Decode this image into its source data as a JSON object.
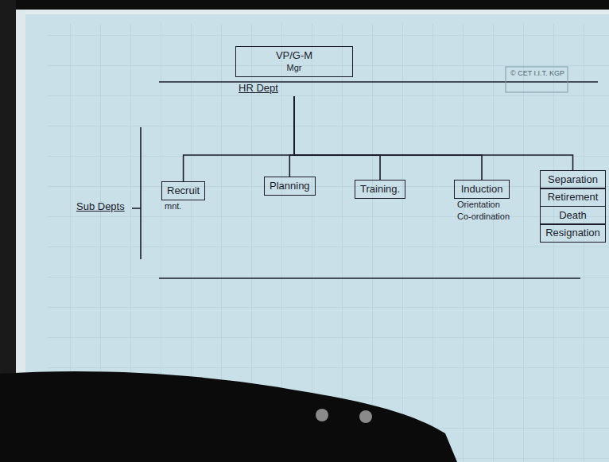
{
  "diagram": {
    "nodes": [
      {
        "text": [
          "VP/G-M",
          "Mgr",
          "HR Dept"
        ]
      },
      {
        "text": [
          "Recruit",
          "mnt."
        ]
      },
      {
        "text": [
          "Planning"
        ]
      },
      {
        "text": [
          "Training."
        ]
      },
      {
        "text": [
          "Induction",
          "Orientation",
          "Co-ordination"
        ]
      },
      {
        "text": [
          "Separation"
        ]
      },
      {
        "text": [
          "Retirement"
        ]
      },
      {
        "text": [
          "Death"
        ]
      },
      {
        "text": [
          "Resignation"
        ]
      }
    ],
    "edges": [
      {
        "from": 0,
        "to": 1,
        "arrow": "none"
      },
      {
        "from": 0,
        "to": 2,
        "arrow": "none"
      },
      {
        "from": 0,
        "to": 3,
        "arrow": "none"
      },
      {
        "from": 0,
        "to": 4,
        "arrow": "none"
      },
      {
        "from": 0,
        "to": 5,
        "arrow": "none"
      }
    ],
    "labels": [
      "Sub Depts",
      "© CET I.I.T. KGP"
    ]
  }
}
